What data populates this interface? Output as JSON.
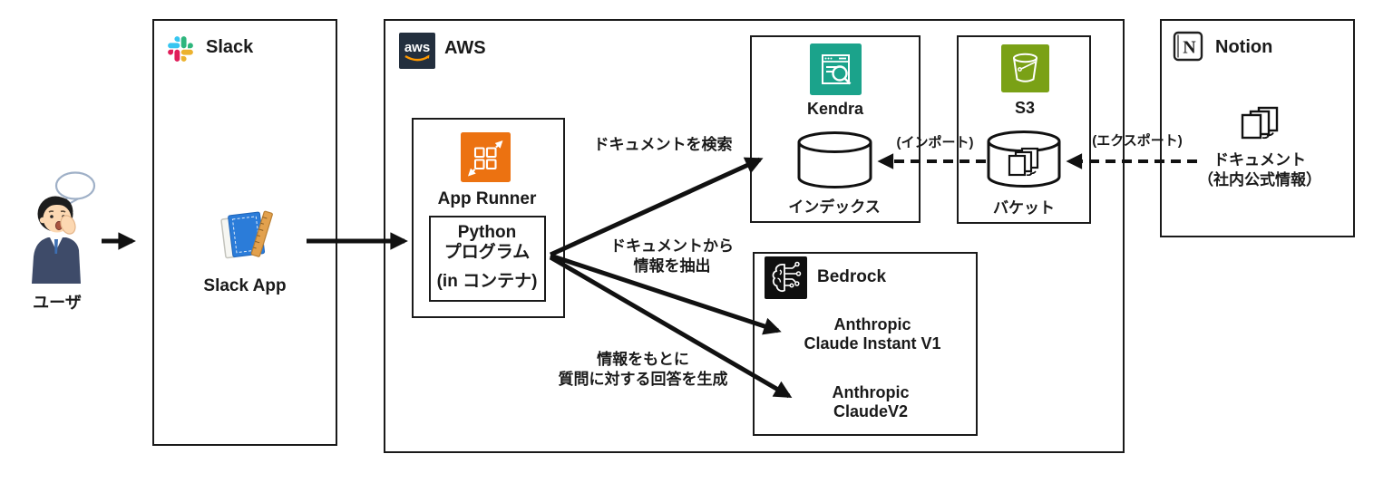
{
  "user": {
    "label": "ユーザ"
  },
  "slack": {
    "title": "Slack",
    "app_label": "Slack App"
  },
  "aws": {
    "title": "AWS",
    "logo_text": "aws",
    "app_runner": {
      "title": "App Runner",
      "program": {
        "line1": "Python",
        "line2": "プログラム",
        "line3": "(in コンテナ)"
      }
    },
    "kendra": {
      "title": "Kendra",
      "resource": "インデックス"
    },
    "s3": {
      "title": "S3",
      "resource": "バケット"
    },
    "bedrock": {
      "title": "Bedrock",
      "model1": {
        "line1": "Anthropic",
        "line2": "Claude Instant V1"
      },
      "model2": {
        "line1": "Anthropic",
        "line2": "ClaudeV2"
      }
    }
  },
  "notion": {
    "title": "Notion",
    "logo_letter": "N",
    "documents": {
      "line1": "ドキュメント",
      "line2": "（社内公式情報）"
    }
  },
  "edges": {
    "search_docs": "ドキュメントを検索",
    "extract": {
      "line1": "ドキュメントから",
      "line2": "情報を抽出"
    },
    "generate": {
      "line1": "情報をもとに",
      "line2": "質問に対する回答を生成"
    },
    "import_label": "(インポート)",
    "export_label": "(エクスポート)"
  },
  "colors": {
    "slack_blue": "#36C5F0",
    "slack_green": "#2EB67D",
    "slack_red": "#E01E5A",
    "slack_yellow": "#ECB22E",
    "aws_dark": "#232F3E",
    "aws_orange": "#FF9900",
    "app_runner_orange": "#EC7211",
    "kendra_teal": "#1BA38B",
    "s3_green": "#7AA116",
    "bedrock_black": "#0F0F0F",
    "line_black": "#111111"
  }
}
